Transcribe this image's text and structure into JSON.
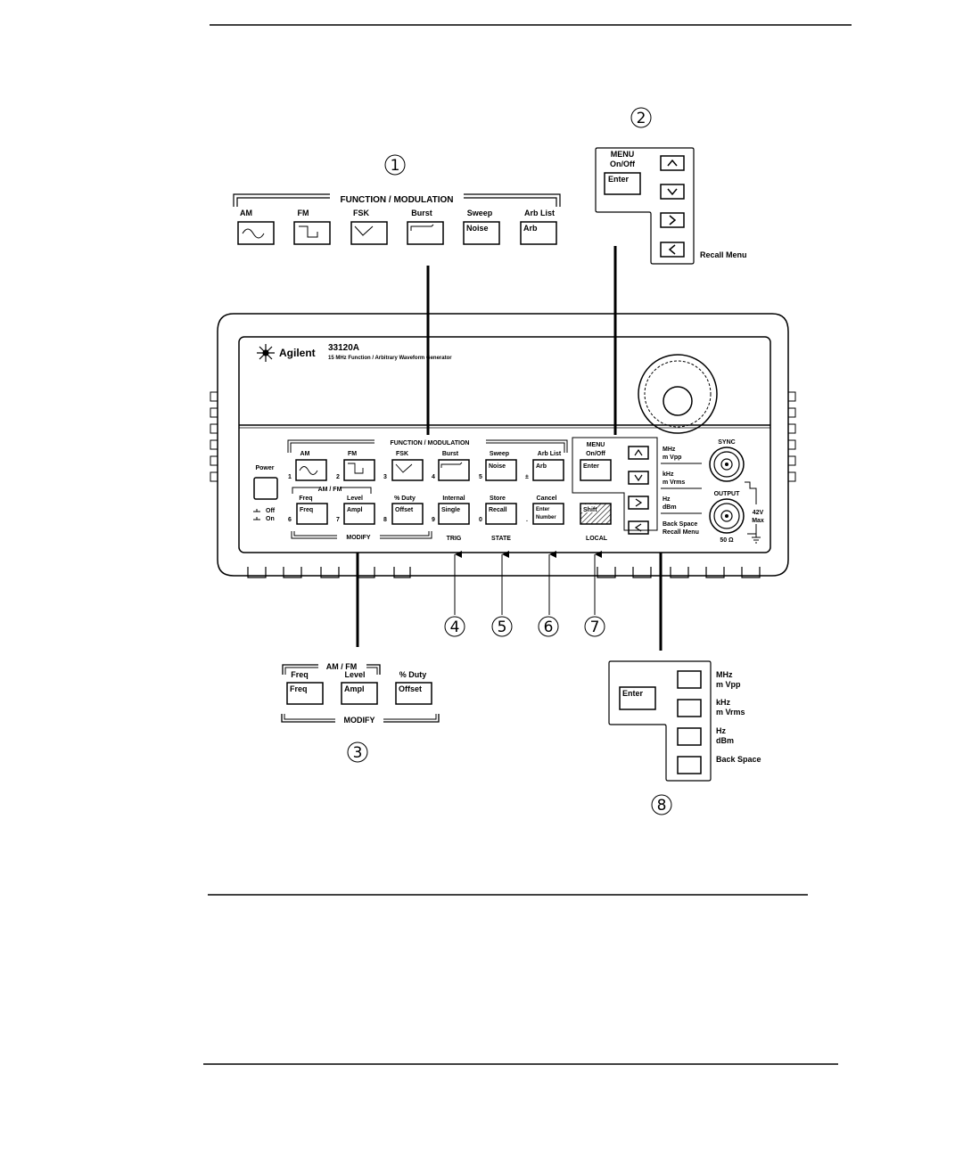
{
  "callouts": [
    "1",
    "2",
    "3",
    "4",
    "5",
    "6",
    "7",
    "8"
  ],
  "instrument": {
    "brand": "Agilent",
    "model": "33120A",
    "subtitle": "15 MHz Function / Arbitrary Waveform Generator",
    "power": "Power",
    "off": "Off",
    "on": "On",
    "function_group": "FUNCTION / MODULATION",
    "function_labels": [
      "AM",
      "FM",
      "FSK",
      "Burst",
      "Sweep",
      "Arb List"
    ],
    "function_keys": [
      "Noise",
      "Arb"
    ],
    "digits_top": [
      "1",
      "2",
      "3",
      "4",
      "5",
      "±"
    ],
    "ammod_group": "AM / FM",
    "modify_labels": [
      "Freq",
      "Level",
      "% Duty",
      "Internal",
      "Store",
      "Cancel"
    ],
    "modify_keys": [
      "Freq",
      "Ampl",
      "Offset",
      "Single",
      "Recall",
      "Enter",
      "Number"
    ],
    "digits_bottom": [
      "6",
      "7",
      "8",
      "9",
      "0",
      "."
    ],
    "modify_group": "MODIFY",
    "trig": "TRIG",
    "state": "STATE",
    "local": "LOCAL",
    "shift": "Shift",
    "menu": "MENU",
    "menu_onoff": "On/Off",
    "enter": "Enter",
    "units": [
      "MHz",
      "m Vpp",
      "kHz",
      "m Vrms",
      "Hz",
      "dBm",
      "Back Space",
      "Recall Menu"
    ],
    "sync": "SYNC",
    "output": "OUTPUT",
    "ohms": "50 Ω",
    "max_v": "42V",
    "max": "Max"
  },
  "detail1": {
    "group": "FUNCTION / MODULATION",
    "labels": [
      "AM",
      "FM",
      "FSK",
      "Burst",
      "Sweep",
      "Arb List"
    ],
    "keys": [
      "Noise",
      "Arb"
    ]
  },
  "detail2": {
    "menu": "MENU",
    "onoff": "On/Off",
    "enter": "Enter",
    "recall_menu": "Recall Menu"
  },
  "detail3": {
    "group": "AM / FM",
    "labels": [
      "Freq",
      "Level",
      "% Duty"
    ],
    "keys": [
      "Freq",
      "Ampl",
      "Offset"
    ],
    "modify": "MODIFY"
  },
  "detail8": {
    "enter": "Enter",
    "units": [
      "MHz",
      "m Vpp",
      "kHz",
      "m Vrms",
      "Hz",
      "dBm",
      "Back Space"
    ]
  }
}
